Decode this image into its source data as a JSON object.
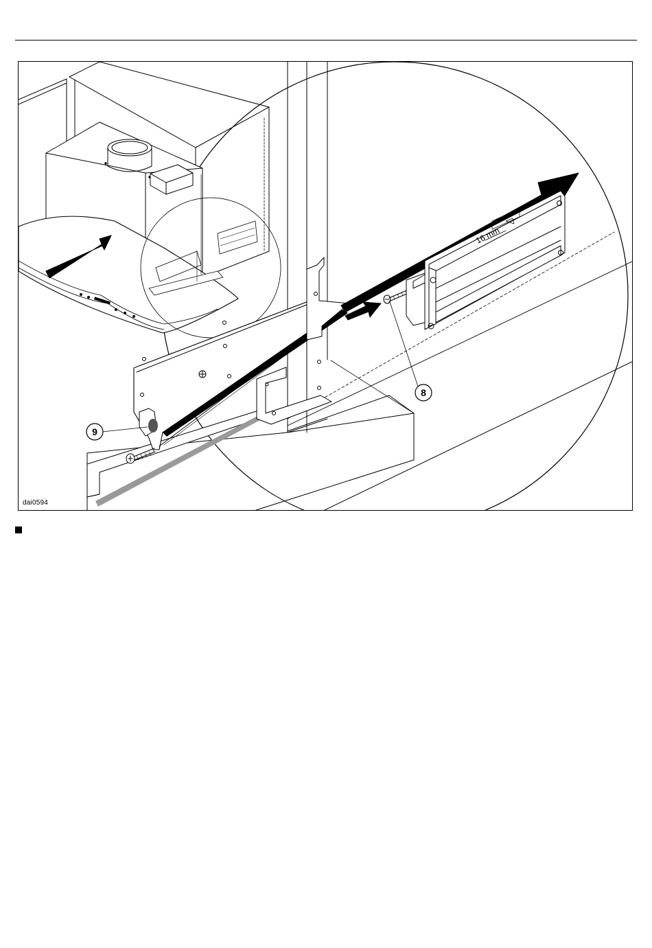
{
  "figure": {
    "code": "dai0594",
    "callouts": {
      "screw_a": "8",
      "screw_b": "9"
    },
    "dimension_label": "16 mm"
  }
}
